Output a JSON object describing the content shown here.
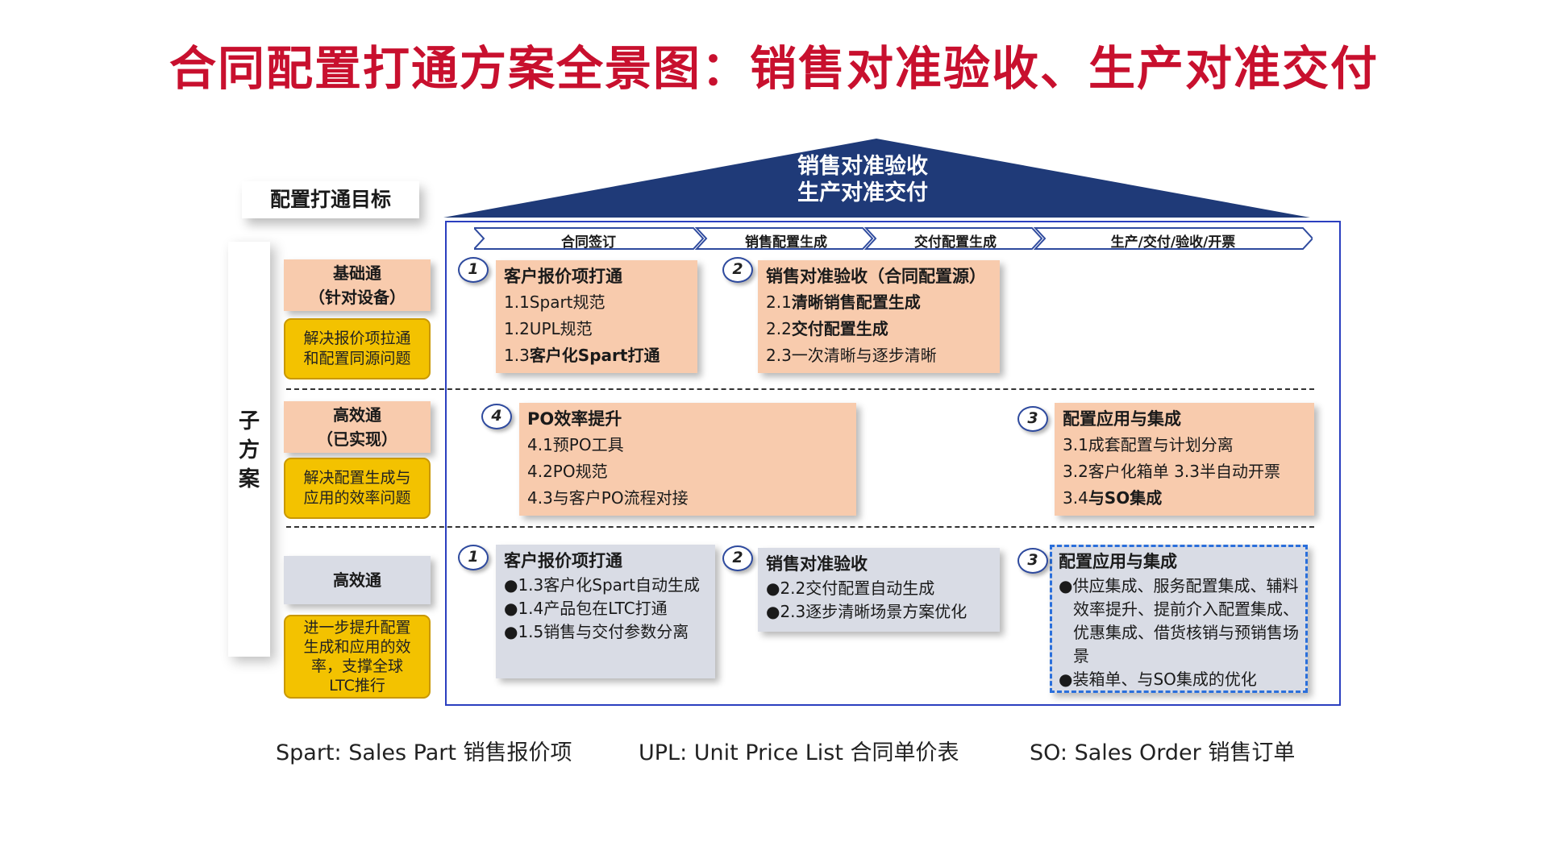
{
  "title": "合同配置打通方案全景图：销售对准验收、生产对准交付",
  "roof": {
    "line1": "销售对准验收",
    "line2": "生产对准交付",
    "color": "#1f3a78"
  },
  "goals": {
    "header": "配置打通目标",
    "side_label": [
      "子",
      "方",
      "案"
    ],
    "rows": [
      {
        "name_lines": [
          "基础通",
          "（针对设备）"
        ],
        "desc_lines": [
          "解决报价项拉通",
          "和配置同源问题"
        ]
      },
      {
        "name_lines": [
          "高效通",
          "（已实现）"
        ],
        "desc_lines": [
          "解决配置生成与",
          "应用的效率问题"
        ]
      },
      {
        "name_lines": [
          "高效通"
        ],
        "desc_lines": [
          "进一步提升配置",
          "生成和应用的效",
          "率，支撑全球",
          "LTC推行"
        ]
      }
    ]
  },
  "phases": [
    "合同签订",
    "销售配置生成",
    "交付配置生成",
    "生产/交付/验收/开票"
  ],
  "row1": {
    "box1": {
      "num": "1",
      "title": "客户报价项打通",
      "lines": [
        "1.1Spart规范",
        "1.2UPL规范"
      ],
      "line3_prefix": "1.3",
      "line3_bold": "客户化Spart打通"
    },
    "box2": {
      "num": "2",
      "title": "销售对准验收（合同配置源）",
      "line1_prefix": "2.1",
      "line1_bold": "清晰销售配置生成",
      "line2_prefix": "2.2",
      "line2_bold": "交付配置生成",
      "line3": "2.3一次清晰与逐步清晰"
    }
  },
  "row2": {
    "box4": {
      "num": "4",
      "title": "PO效率提升",
      "lines": [
        "4.1预PO工具",
        "4.2PO规范",
        "4.3与客户PO流程对接"
      ]
    },
    "box3": {
      "num": "3",
      "title": "配置应用与集成",
      "lines": [
        "3.1成套配置与计划分离",
        "3.2客户化箱单  3.3半自动开票"
      ],
      "line4_prefix": "3.4",
      "line4_bold": "与SO集成"
    }
  },
  "row3": {
    "box1": {
      "num": "1",
      "title": "客户报价项打通",
      "bullets": [
        "●1.3客户化Spart自动生成",
        "●1.4产品包在LTC打通",
        "●1.5销售与交付参数分离"
      ]
    },
    "box2": {
      "num": "2",
      "title": "销售对准验收",
      "bullets": [
        "●2.2交付配置自动生成",
        "●2.3逐步清晰场景方案优化"
      ]
    },
    "box3": {
      "num": "3",
      "title": "配置应用与集成",
      "bullets": [
        "●供应集成、服务配置集成、辅料效率提升、提前介入配置集成、优惠集成、借货核销与预销售场景",
        "●装箱单、与SO集成的优化"
      ]
    }
  },
  "footnotes": [
    "Spart:  Sales Part 销售报价项",
    "UPL: Unit Price List 合同单价表",
    "SO: Sales Order 销售订单"
  ]
}
